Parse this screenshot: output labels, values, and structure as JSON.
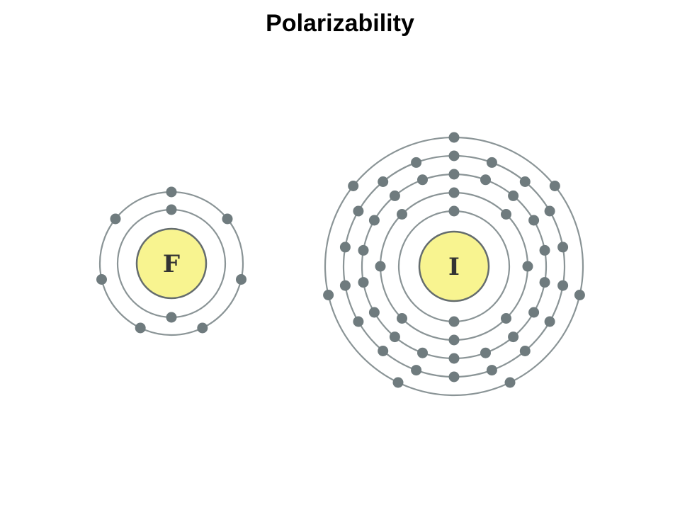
{
  "slide": {
    "title": "Polarizability"
  },
  "colors": {
    "nucleus_fill": "#f8f490",
    "nucleus_stroke": "#646c6e",
    "orbit": "#8a9496",
    "electron": "#6f7b7e"
  },
  "atoms": [
    {
      "symbol": "F",
      "electrons_per_shell": [
        2,
        7
      ]
    },
    {
      "symbol": "I",
      "electrons_per_shell": [
        2,
        8,
        18,
        18,
        7
      ]
    }
  ]
}
